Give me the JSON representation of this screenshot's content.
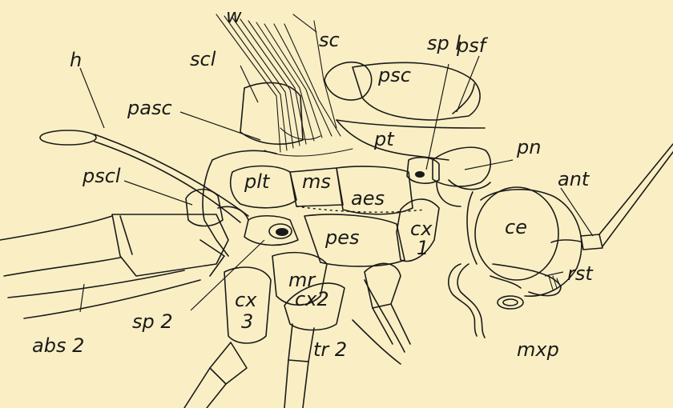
{
  "diagram": {
    "labels": {
      "w": "w",
      "sc": "sc",
      "spl": "sp l",
      "psf": "psf",
      "scl": "scl",
      "psc": "psc",
      "h": "h",
      "pasc": "pasc",
      "pn": "pn",
      "pt": "pt",
      "ant": "ant",
      "pscl": "pscl",
      "plt": "plt",
      "ms": "ms",
      "aes": "aes",
      "cx1a": "cx",
      "cx1b": "1",
      "ce": "ce",
      "pes": "pes",
      "mr": "mr",
      "rst": "rst",
      "cx3a": "cx",
      "cx3b": "3",
      "cx2": "cx2",
      "sp2": "sp 2",
      "abs2": "abs 2",
      "tr2": "tr 2",
      "mxp": "mxp"
    }
  }
}
